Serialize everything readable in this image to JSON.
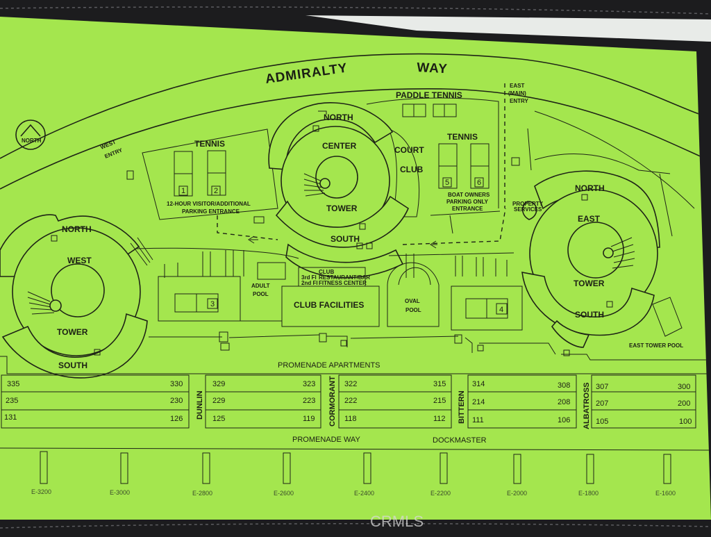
{
  "map": {
    "streets": {
      "admiralty": "ADMIRALTY",
      "way": "WAY",
      "promenade_way": "PROMENADE WAY",
      "dockmaster": "DOCKMASTER"
    },
    "north_label": "NORTH",
    "entries": {
      "west_1": "WEST",
      "west_2": "ENTRY",
      "east_1": "EAST",
      "east_2": "(MAIN)",
      "east_3": "ENTRY"
    },
    "paddle_tennis": "PADDLE TENNIS",
    "tennis_left": {
      "title": "TENNIS",
      "court1": "1",
      "court2": "2"
    },
    "tennis_right": {
      "title": "TENNIS",
      "court5": "5",
      "court6": "6"
    },
    "parking_visitor_1": "12-HOUR VISITOR/ADDITIONAL",
    "parking_visitor_2": "PARKING ENTRANCE",
    "boat_parking_1": "BOAT OWNERS",
    "boat_parking_2": "PARKING ONLY",
    "boat_parking_3": "ENTRANCE",
    "court_club_1": "COURT",
    "court_club_2": "CLUB",
    "center_tower": {
      "north": "NORTH",
      "name": "CENTER",
      "tower": "TOWER",
      "south": "SOUTH"
    },
    "west_tower": {
      "north": "NORTH",
      "name": "WEST",
      "tower": "TOWER",
      "south": "SOUTH"
    },
    "east_tower": {
      "north": "NORTH",
      "name": "EAST",
      "tower": "TOWER",
      "south": "SOUTH"
    },
    "property_services_1": "PROPERTY",
    "property_services_2": "SERVICES",
    "club": {
      "title": "CLUB",
      "floor3": "3rd Fl",
      "floor2": "2nd Fl",
      "restaurant": "RESTAURANT/BAR",
      "fitness": "FITNESS CENTER"
    },
    "adult_pool_1": "ADULT",
    "adult_pool_2": "POOL",
    "club_facilities": "CLUB FACILITIES",
    "oval_pool_1": "OVAL",
    "oval_pool_2": "POOL",
    "court3": "3",
    "court4": "4",
    "east_tower_pool": "EAST TOWER POOL",
    "promenade_apartments": "PROMENADE APARTMENTS",
    "lanes": [
      "DUNLIN",
      "CORMORANT",
      "BITTERN",
      "ALBATROSS"
    ],
    "unit_rows": [
      [
        "335",
        "330",
        "329",
        "323",
        "322",
        "315",
        "314",
        "308",
        "307",
        "300"
      ],
      [
        "235",
        "230",
        "229",
        "223",
        "222",
        "215",
        "214",
        "208",
        "207",
        "200"
      ],
      [
        "131",
        "126",
        "125",
        "119",
        "118",
        "112",
        "111",
        "106",
        "105",
        "100"
      ]
    ],
    "piers": [
      "E-3200",
      "E-3000",
      "E-2800",
      "E-2600",
      "E-2400",
      "E-2200",
      "E-2000",
      "E-1800",
      "E-1600"
    ]
  },
  "watermark": "CRMLS",
  "colors": {
    "paper": "#a4e64e",
    "ink": "#1e2416",
    "background": "#1c1c1e"
  }
}
